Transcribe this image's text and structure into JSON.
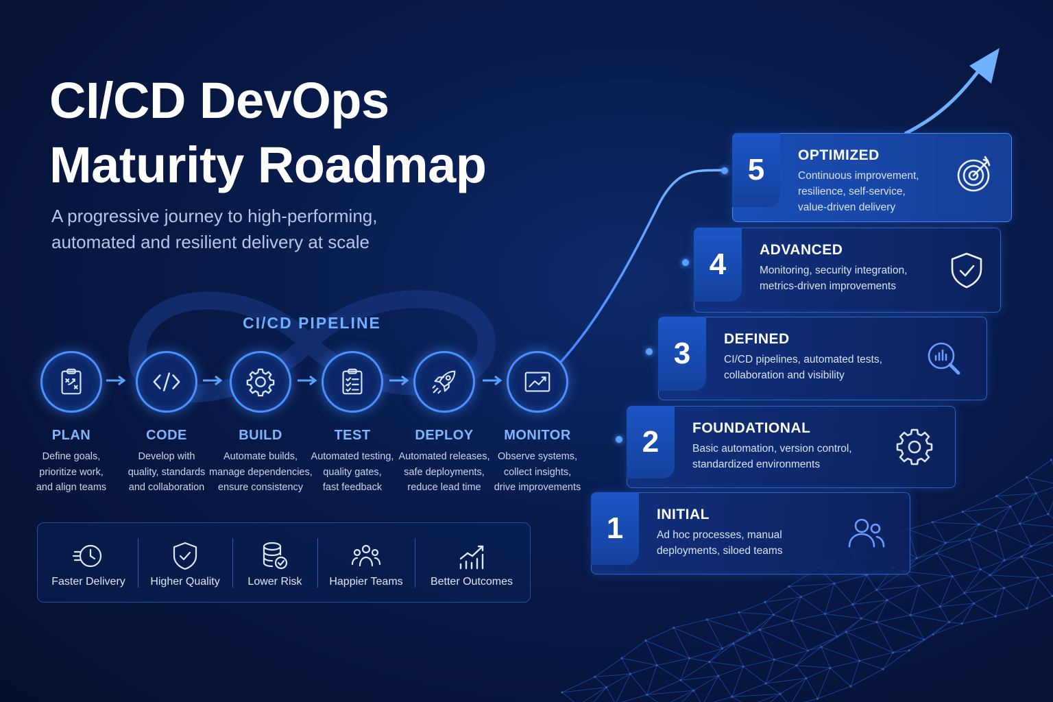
{
  "header": {
    "title_line1": "CI/CD DevOps",
    "title_line2": "Maturity Roadmap",
    "subtitle_line1": "A progressive journey to high-performing,",
    "subtitle_line2": "automated and resilient delivery at scale"
  },
  "pipeline": {
    "title": "CI/CD PIPELINE",
    "stages": [
      {
        "label": "PLAN",
        "icon": "clipboard-plan-icon",
        "desc": [
          "Define goals,",
          "prioritize work,",
          "and align teams"
        ]
      },
      {
        "label": "CODE",
        "icon": "code-brackets-icon",
        "desc": [
          "Develop with",
          "quality, standards",
          "and collaboration"
        ]
      },
      {
        "label": "BUILD",
        "icon": "gear-icon",
        "desc": [
          "Automate builds,",
          "manage dependencies,",
          "ensure consistency"
        ]
      },
      {
        "label": "TEST",
        "icon": "checklist-icon",
        "desc": [
          "Automated testing,",
          "quality gates,",
          "fast feedback"
        ]
      },
      {
        "label": "DEPLOY",
        "icon": "rocket-icon",
        "desc": [
          "Automated releases,",
          "safe deployments,",
          "reduce lead time"
        ]
      },
      {
        "label": "MONITOR",
        "icon": "chart-monitor-icon",
        "desc": [
          "Observe systems,",
          "collect insights,",
          "drive improvements"
        ]
      }
    ]
  },
  "benefits": [
    {
      "label": "Faster Delivery",
      "icon": "clock-speed-icon"
    },
    {
      "label": "Higher Quality",
      "icon": "shield-check-icon"
    },
    {
      "label": "Lower Risk",
      "icon": "database-check-icon"
    },
    {
      "label": "Happier Teams",
      "icon": "team-icon"
    },
    {
      "label": "Better Outcomes",
      "icon": "growth-chart-icon"
    }
  ],
  "levels": [
    {
      "number": "5",
      "title": "OPTIMIZED",
      "icon": "target-icon",
      "desc": [
        "Continuous improvement,",
        "resilience, self-service,",
        "value-driven delivery"
      ]
    },
    {
      "number": "4",
      "title": "ADVANCED",
      "icon": "shield-check-icon",
      "desc": [
        "Monitoring, security integration,",
        "metrics-driven improvements"
      ]
    },
    {
      "number": "3",
      "title": "DEFINED",
      "icon": "magnifier-chart-icon",
      "desc": [
        "CI/CD pipelines, automated tests,",
        "collaboration and visibility"
      ]
    },
    {
      "number": "2",
      "title": "FOUNDATIONAL",
      "icon": "gear-icon",
      "desc": [
        "Basic automation, version control,",
        "standardized environments"
      ]
    },
    {
      "number": "1",
      "title": "INITIAL",
      "icon": "users-icon",
      "desc": [
        "Ad hoc processes, manual",
        "deployments, siloed teams"
      ]
    }
  ],
  "colors": {
    "accent": "#4c8fff",
    "label": "#7fb6ff",
    "background": "#081a48"
  }
}
